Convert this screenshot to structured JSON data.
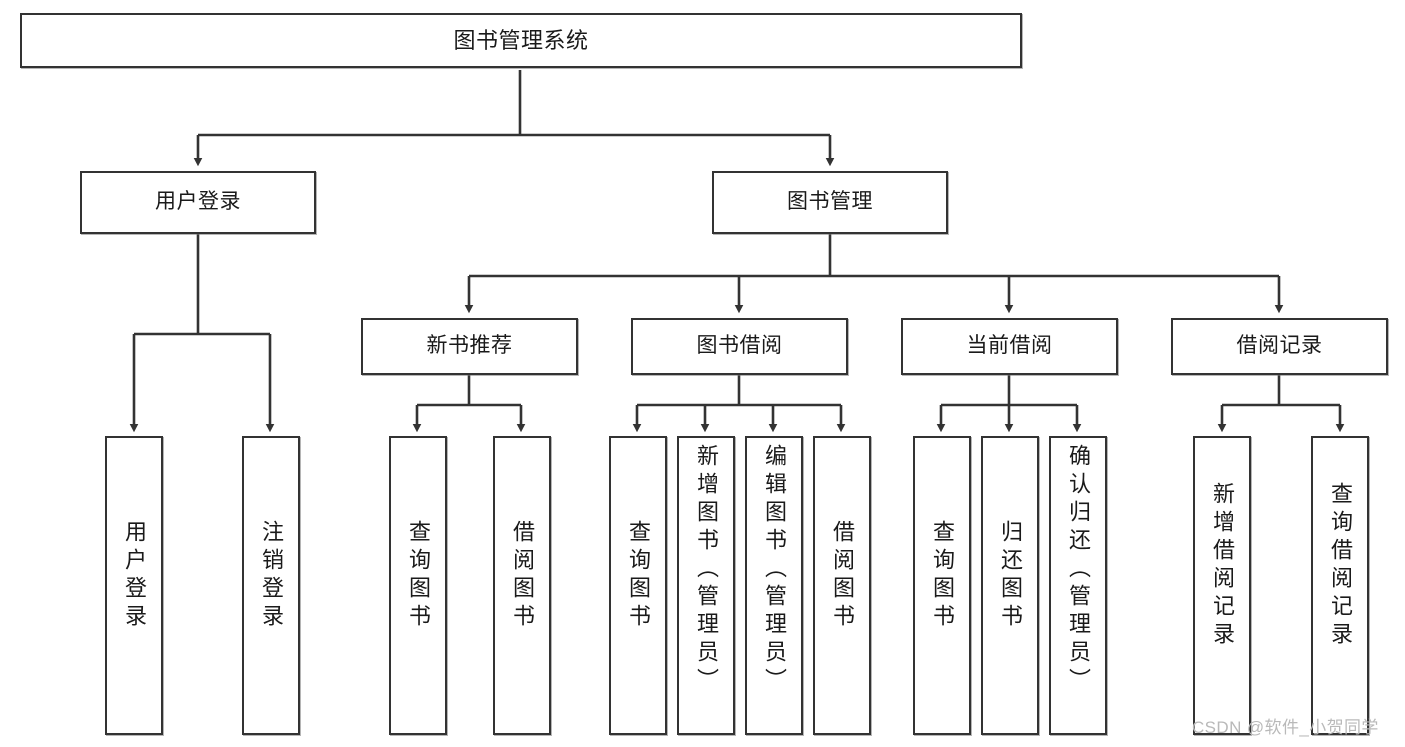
{
  "diagram": {
    "title": "图书管理系统",
    "type": "hierarchy-tree",
    "watermark": "CSDN @软件_小贺同学",
    "colors": {
      "stroke": "#333333",
      "fill": "#ffffff",
      "text": "#1a1a1a",
      "watermark": "#b9b9b9"
    },
    "levels": {
      "root": {
        "label": "图书管理系统"
      },
      "level1": [
        {
          "label": "用户登录"
        },
        {
          "label": "图书管理"
        }
      ],
      "level2": [
        {
          "label": "新书推荐"
        },
        {
          "label": "图书借阅"
        },
        {
          "label": "当前借阅"
        },
        {
          "label": "借阅记录"
        }
      ],
      "leaves": {
        "user_login": [
          {
            "label": "用户登录"
          },
          {
            "label": "注销登录"
          }
        ],
        "new_book_recommend": [
          {
            "label": "查询图书"
          },
          {
            "label": "借阅图书"
          }
        ],
        "book_borrow": [
          {
            "label": "查询图书"
          },
          {
            "label": "新增图书（管理员）"
          },
          {
            "label": "编辑图书（管理员）"
          },
          {
            "label": "借阅图书"
          }
        ],
        "current_borrow": [
          {
            "label": "查询图书"
          },
          {
            "label": "归还图书"
          },
          {
            "label": "确认归还（管理员）"
          }
        ],
        "borrow_record": [
          {
            "label": "新增借阅记录"
          },
          {
            "label": "查询借阅记录"
          }
        ]
      }
    }
  }
}
